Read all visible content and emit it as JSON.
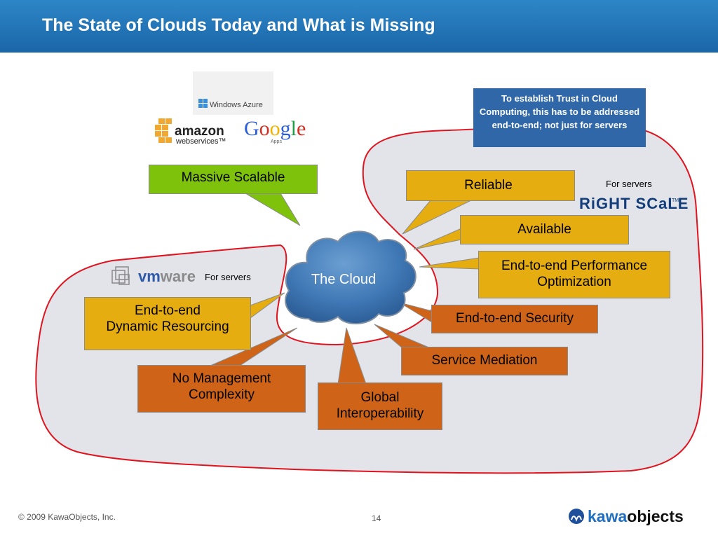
{
  "slide": {
    "title": "The State of Clouds Today and What is Missing",
    "page_number": "14",
    "copyright": "© 2009  KawaObjects, Inc."
  },
  "logos": {
    "windows_azure": "Windows Azure",
    "amazon_line1": "amazon",
    "amazon_line2": "webservices™",
    "google": "Google",
    "google_apps": "Apps",
    "vmware": "vmware",
    "rightscale": "RightScale™",
    "kawa_prefix": "kawa",
    "kawa_suffix": "objects"
  },
  "diagram": {
    "center": "The Cloud",
    "trust_note": "To establish Trust  in Cloud Computing, this has to be addressed  end-to-end; not just for servers",
    "for_servers_rightscale": "For servers",
    "for_servers_vmware": "For servers",
    "boxes": {
      "massive_scalable": "Massive Scalable",
      "reliable": "Reliable",
      "available": "Available",
      "performance_line1": "End-to-end Performance",
      "performance_line2": "Optimization",
      "security": "End-to-end Security",
      "service_mediation": "Service Mediation",
      "global_line1": "Global",
      "global_line2": "Interoperability",
      "no_mgmt_line1": "No Management",
      "no_mgmt_line2": "Complexity",
      "dynamic_line1": "End-to-end",
      "dynamic_line2": "Dynamic Resourcing"
    }
  },
  "colors": {
    "title_bar": "#1a66a8",
    "yellow_box": "#e6ad10",
    "orange_box": "#cf6418",
    "green_box": "#7ec20c",
    "trust_box": "#2f67a8",
    "outline_red": "#e0141e",
    "region_fill": "#e2e4ea",
    "cloud_blue": "#3f78b5"
  }
}
